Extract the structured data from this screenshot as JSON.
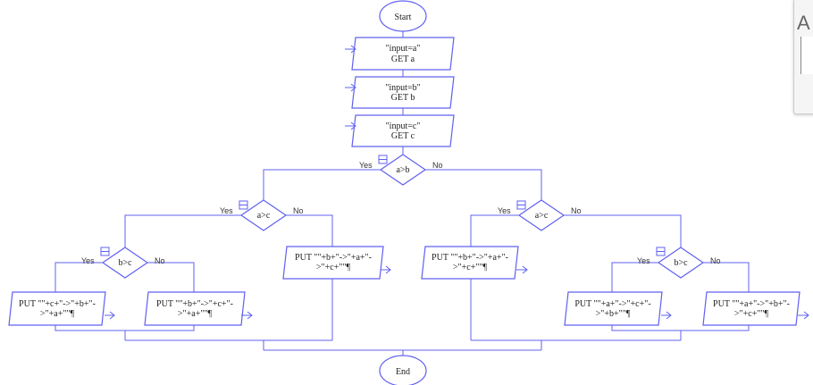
{
  "start": "Start",
  "end": "End",
  "inputs": [
    {
      "prompt": "\"input=a\"",
      "get": "GET a"
    },
    {
      "prompt": "\"input=b\"",
      "get": "GET b"
    },
    {
      "prompt": "\"input=c\"",
      "get": "GET c"
    }
  ],
  "yes": "Yes",
  "no": "No",
  "decisions": {
    "ab": "a>b",
    "ac_left": "a>c",
    "ac_right": "a>c",
    "bc_left": "b>c",
    "bc_right": "b>c"
  },
  "outputs": [
    {
      "l1": "PUT \"\"+c+\"->\"+b+\"-",
      "l2": ">\"+a+\"\"¶"
    },
    {
      "l1": "PUT \"\"+b+\"->\"+c+\"-",
      "l2": ">\"+a+\"\"¶"
    },
    {
      "l1": "PUT \"\"+b+\"->\"+a+\"-",
      "l2": ">\"+c+\"\"¶"
    },
    {
      "l1": "PUT \"\"+b+\"->\"+a+\"-",
      "l2": ">\"+c+\"\"¶"
    },
    {
      "l1": "PUT \"\"+a+\"->\"+c+\"-",
      "l2": ">\"+b+\"\"¶"
    },
    {
      "l1": "PUT \"\"+a+\"->\"+b+\"-",
      "l2": ">\"+c+\"\"¶"
    }
  ],
  "panel": {
    "glyph": "A"
  }
}
